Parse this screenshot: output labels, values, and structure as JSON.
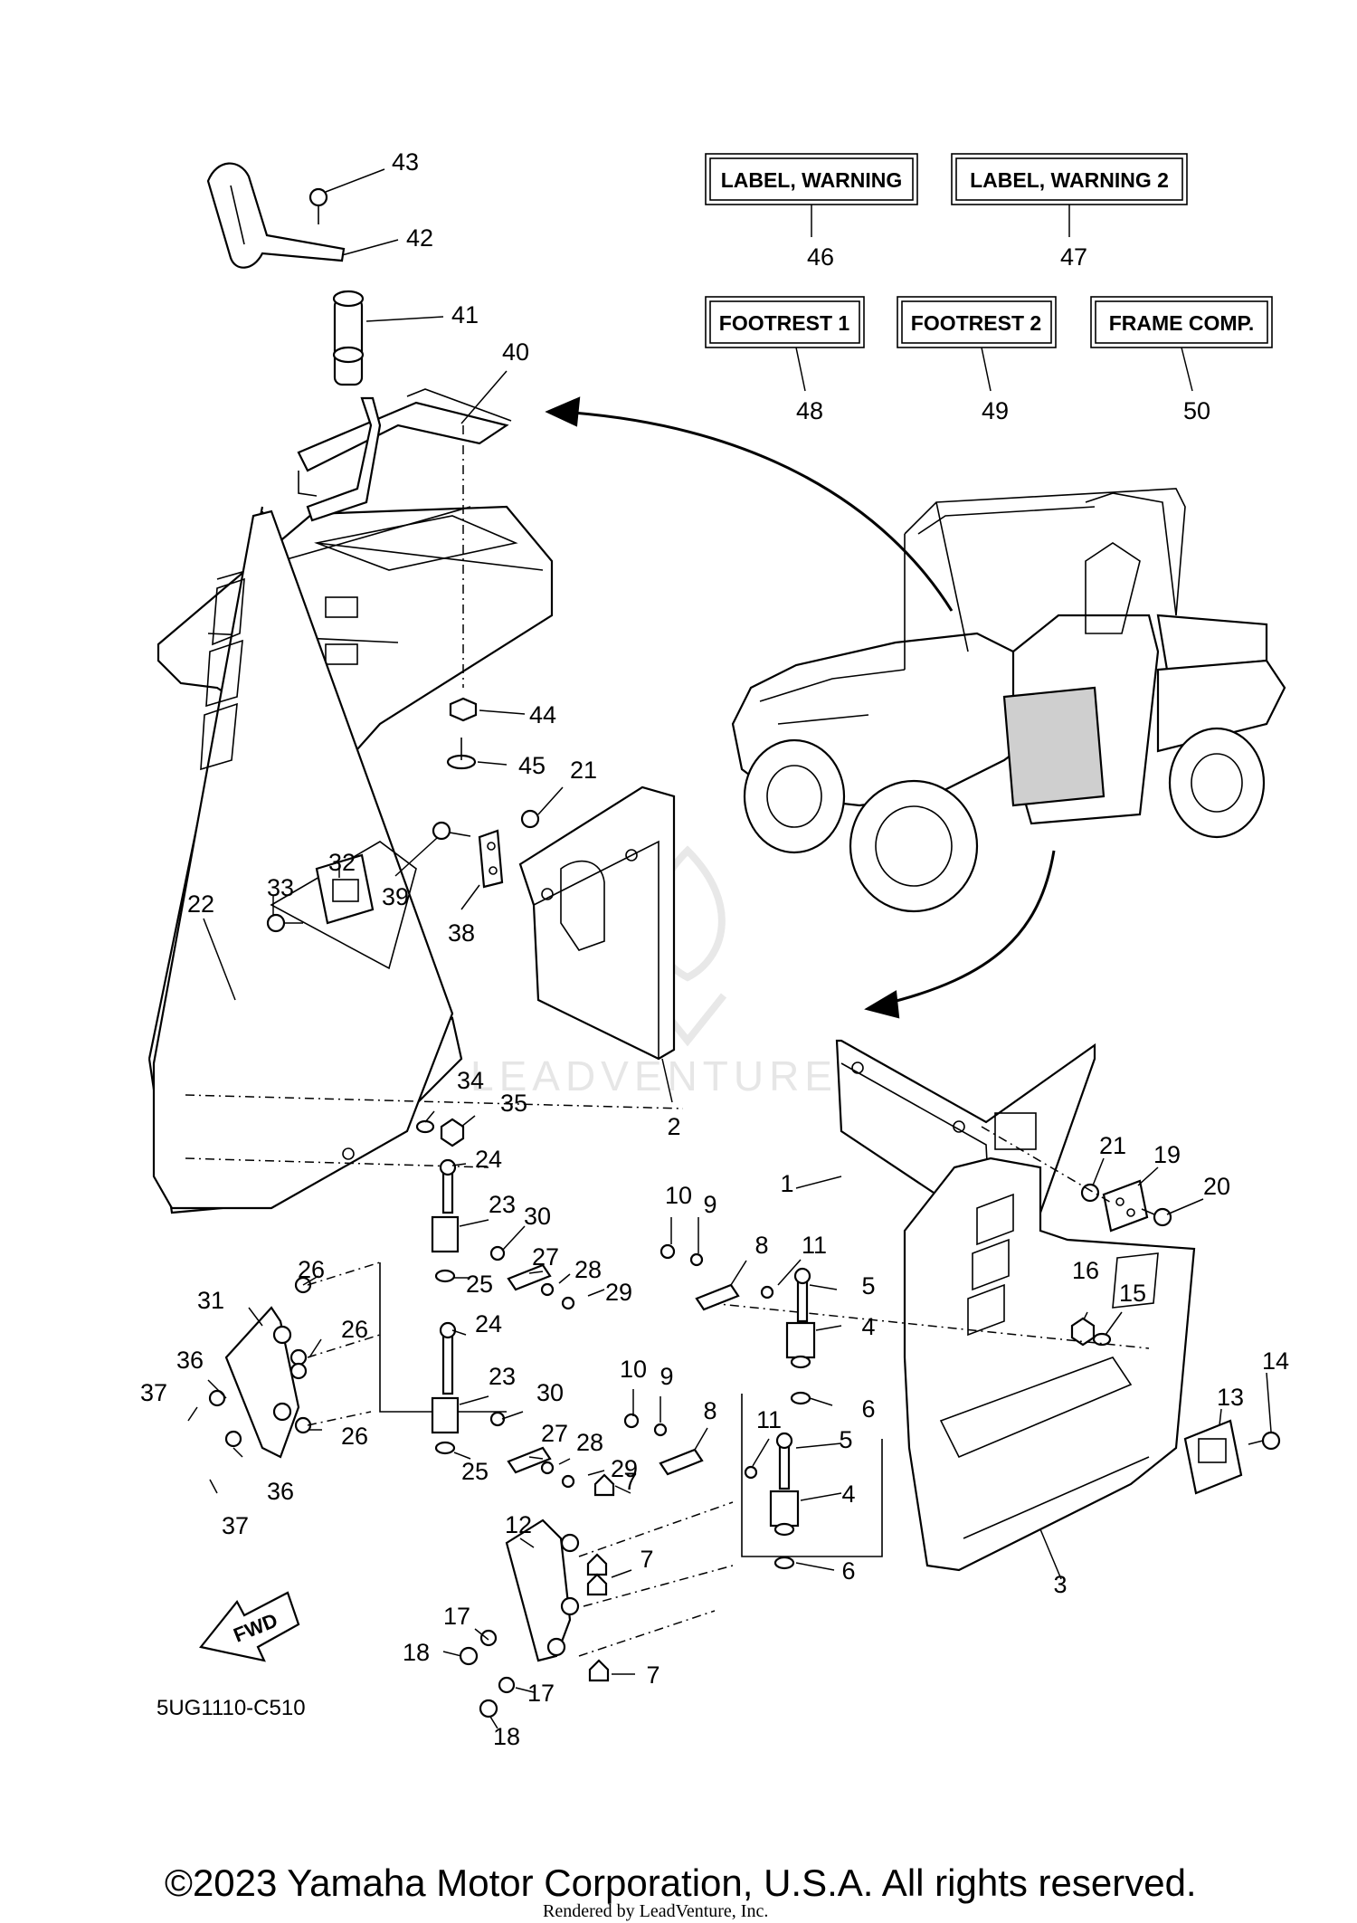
{
  "labels": {
    "l1": "1",
    "l2": "2",
    "l3": "3",
    "l4a": "4",
    "l4b": "4",
    "l5a": "5",
    "l5b": "5",
    "l6a": "6",
    "l6b": "6",
    "l7a": "7",
    "l7b": "7",
    "l7c": "7",
    "l8a": "8",
    "l8b": "8",
    "l9a": "9",
    "l9b": "9",
    "l10a": "10",
    "l10b": "10",
    "l11a": "11",
    "l11b": "11",
    "l12": "12",
    "l13": "13",
    "l14": "14",
    "l15": "15",
    "l16": "16",
    "l17a": "17",
    "l17b": "17",
    "l18a": "18",
    "l18b": "18",
    "l19": "19",
    "l20": "20",
    "l21a": "21",
    "l21b": "21",
    "l22": "22",
    "l23a": "23",
    "l23b": "23",
    "l24a": "24",
    "l24b": "24",
    "l25a": "25",
    "l25b": "25",
    "l26a": "26",
    "l26b": "26",
    "l26c": "26",
    "l27a": "27",
    "l27b": "27",
    "l28a": "28",
    "l28b": "28",
    "l29a": "29",
    "l29b": "29",
    "l30a": "30",
    "l30b": "30",
    "l31": "31",
    "l32": "32",
    "l33": "33",
    "l34": "34",
    "l35": "35",
    "l36a": "36",
    "l36b": "36",
    "l37a": "37",
    "l37b": "37",
    "l38": "38",
    "l39": "39",
    "l40": "40",
    "l41": "41",
    "l42": "42",
    "l43": "43",
    "l44": "44",
    "l45": "45",
    "l46": "46",
    "l47": "47",
    "l48": "48",
    "l49": "49",
    "l50": "50"
  },
  "boxes": {
    "b46": "LABEL, WARNING",
    "b47": "LABEL, WARNING 2",
    "b48": "FOOTREST 1",
    "b49": "FOOTREST 2",
    "b50": "FRAME COMP."
  },
  "fwd_label": "FWD",
  "diagram_code": "5UG1110-C510",
  "watermark": "LEADVENTURE",
  "copyright": "©2023 Yamaha Motor Corporation, U.S.A. All rights reserved.",
  "rendered_by": "Rendered by LeadVenture, Inc."
}
